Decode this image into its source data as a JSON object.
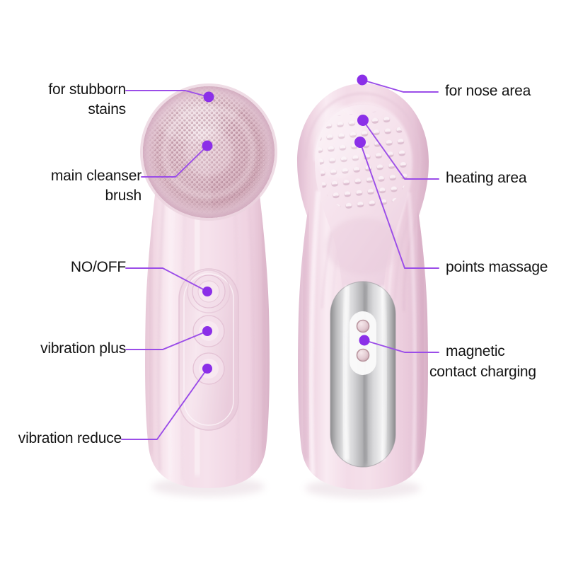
{
  "diagram": {
    "title": "Facial cleansing brush feature callouts",
    "background_color": "#ffffff",
    "accent_color": "#8B2FE8",
    "leader_line_color": "#9B4DE8",
    "text_color": "#141414",
    "body_color": "#F2DCE6",
    "bristle_color": "#C49AA8",
    "chrome_color": "#C9C9C9"
  },
  "views": {
    "front": {
      "name": "front-view",
      "label": "front view with cleansing brush head and control panel"
    },
    "back": {
      "name": "back-view",
      "label": "back view with massage nubs and charging plate"
    }
  },
  "callouts": {
    "left": [
      {
        "id": "stubborn-stains",
        "line1": "for stubborn",
        "line2": "stains"
      },
      {
        "id": "main-cleanser-brush",
        "line1": "main cleanser",
        "line2": "brush"
      },
      {
        "id": "on-off",
        "line1": "NO/OFF",
        "line2": ""
      },
      {
        "id": "vibration-plus",
        "line1": "vibration plus",
        "line2": ""
      },
      {
        "id": "vibration-reduce",
        "line1": "vibration reduce",
        "line2": ""
      }
    ],
    "right": [
      {
        "id": "nose-area",
        "line1": "for nose area",
        "line2": ""
      },
      {
        "id": "heating-area",
        "line1": "heating area",
        "line2": ""
      },
      {
        "id": "points-massage",
        "line1": "points massage",
        "line2": ""
      },
      {
        "id": "magnetic-charging",
        "line1": "magnetic",
        "line2": "contact charging"
      }
    ]
  }
}
